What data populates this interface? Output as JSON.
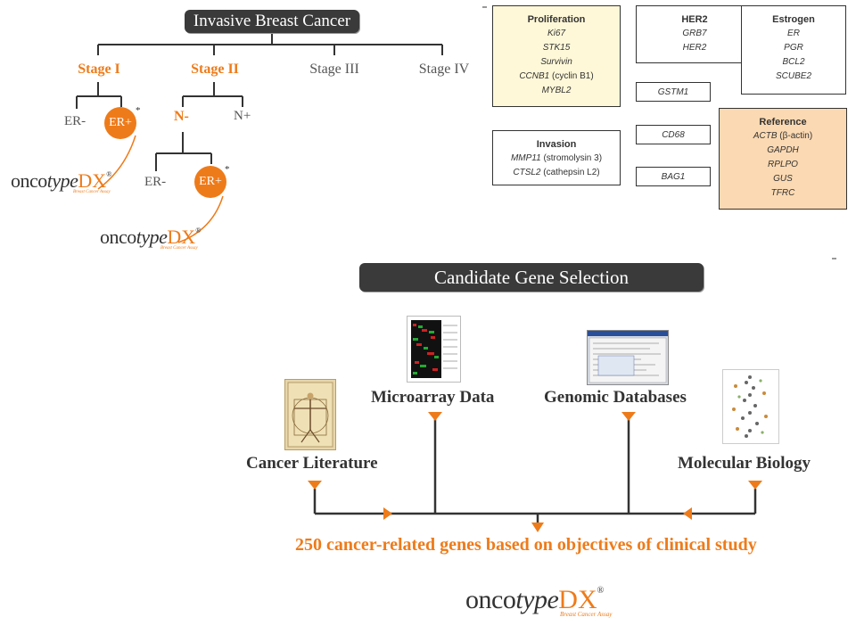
{
  "tree": {
    "title": "Invasive Breast Cancer",
    "stages": [
      "Stage I",
      "Stage II",
      "Stage III",
      "Stage IV"
    ],
    "stage1": {
      "left": "ER-",
      "right": "ER+",
      "asterisk": "*"
    },
    "stage2": {
      "left": "N-",
      "right": "N+"
    },
    "n_minus": {
      "left": "ER-",
      "right": "ER+",
      "asterisk": "*"
    }
  },
  "logo": {
    "word": "onco",
    "word_italic": "type",
    "dx": "DX",
    "tm": "®",
    "subtitle": "Breast Cancer Assay"
  },
  "gene_panel": {
    "proliferation": {
      "title": "Proliferation",
      "genes": [
        "Ki67",
        "STK15",
        "Survivin"
      ],
      "ccnb1": "CCNB1",
      "ccnb1_note": "(cyclin B1)",
      "mybl2": "MYBL2"
    },
    "her2": {
      "title": "HER2",
      "genes": [
        "GRB7",
        "HER2"
      ]
    },
    "estrogen": {
      "title": "Estrogen",
      "genes": [
        "ER",
        "PGR",
        "BCL2",
        "SCUBE2"
      ]
    },
    "invasion": {
      "title": "Invasion",
      "mmp11": "MMP11",
      "mmp11_note": "(stromolysin 3)",
      "ctsl2": "CTSL2",
      "ctsl2_note": "(cathepsin L2)"
    },
    "singles": [
      "GSTM1",
      "CD68",
      "BAG1"
    ],
    "reference": {
      "title": "Reference",
      "actb": "ACTB",
      "actb_note": "(β-actin)",
      "genes": [
        "GAPDH",
        "RPLPO",
        "GUS",
        "TFRC"
      ]
    }
  },
  "candidate": {
    "title": "Candidate Gene Selection",
    "sources": [
      "Cancer Literature",
      "Microarray Data",
      "Genomic Databases",
      "Molecular Biology"
    ],
    "result": "250 cancer-related genes based on objectives of clinical study"
  },
  "colors": {
    "orange": "#ee7b1a",
    "dark_pill": "#3a3a3a",
    "proliferation_fill": "#fff8d8",
    "reference_fill": "#fbd9b2"
  }
}
